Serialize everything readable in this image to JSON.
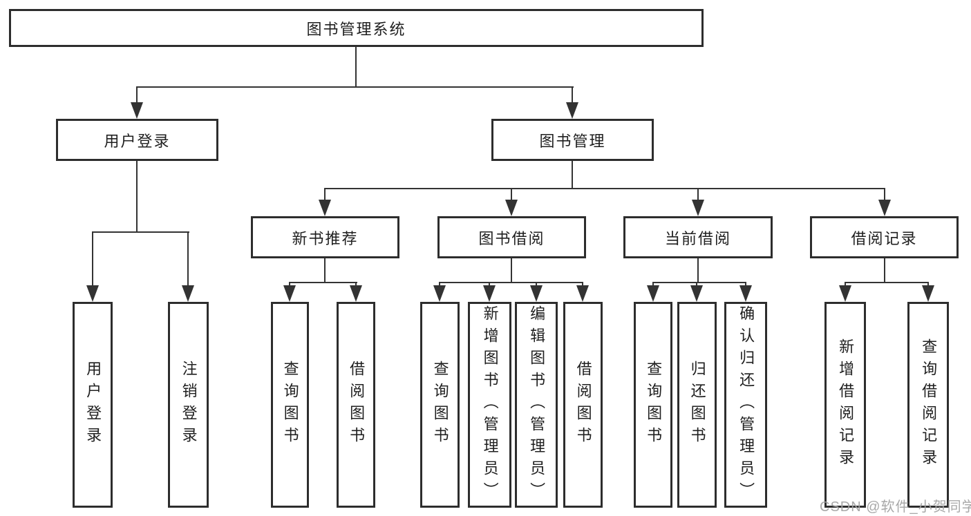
{
  "diagram": {
    "root": "图书管理系统",
    "branches": {
      "user_login": "用户登录",
      "book_management": "图书管理"
    },
    "user_login_children": [
      "用户登录",
      "注销登录"
    ],
    "groups": [
      {
        "label": "新书推荐",
        "children": [
          "查询图书",
          "借阅图书"
        ]
      },
      {
        "label": "图书借阅",
        "children": [
          "查询图书",
          "新增图书（管理员）",
          "编辑图书（管理员）",
          "借阅图书"
        ]
      },
      {
        "label": "当前借阅",
        "children": [
          "查询图书",
          "归还图书",
          "确认归还（管理员）"
        ]
      },
      {
        "label": "借阅记录",
        "children": [
          "新增借阅记录",
          "查询借阅记录"
        ]
      }
    ],
    "watermark": "CSDN @软件_小贺同学",
    "colors": {
      "background": "#ffffff",
      "box_border": "#2d2d2d",
      "line": "#333333",
      "text": "#1f1f1f",
      "watermark": "#a3a3a3"
    }
  }
}
